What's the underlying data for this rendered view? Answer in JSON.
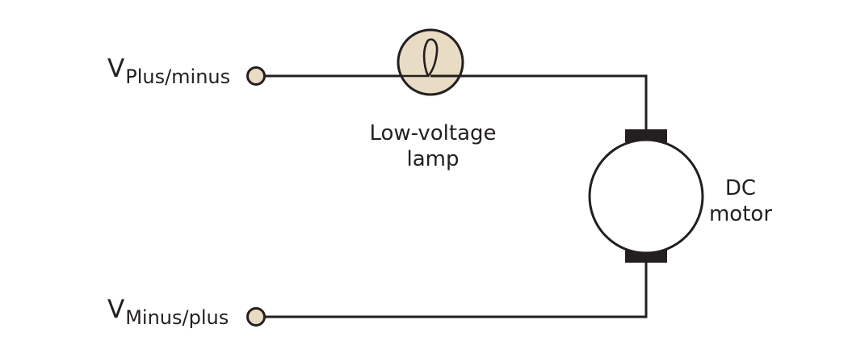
{
  "terminals": {
    "top": {
      "main": "V",
      "sub": "Plus/minus"
    },
    "bottom": {
      "main": "V",
      "sub": "Minus/plus"
    }
  },
  "lamp": {
    "label_line1": "Low-voltage",
    "label_line2": "lamp"
  },
  "motor": {
    "label_line1": "DC",
    "label_line2": "motor"
  },
  "colors": {
    "wire": "#231f20",
    "terminal_fill": "#e8dcc4",
    "lamp_fill": "#e8dcc4",
    "brush": "#231f20"
  }
}
